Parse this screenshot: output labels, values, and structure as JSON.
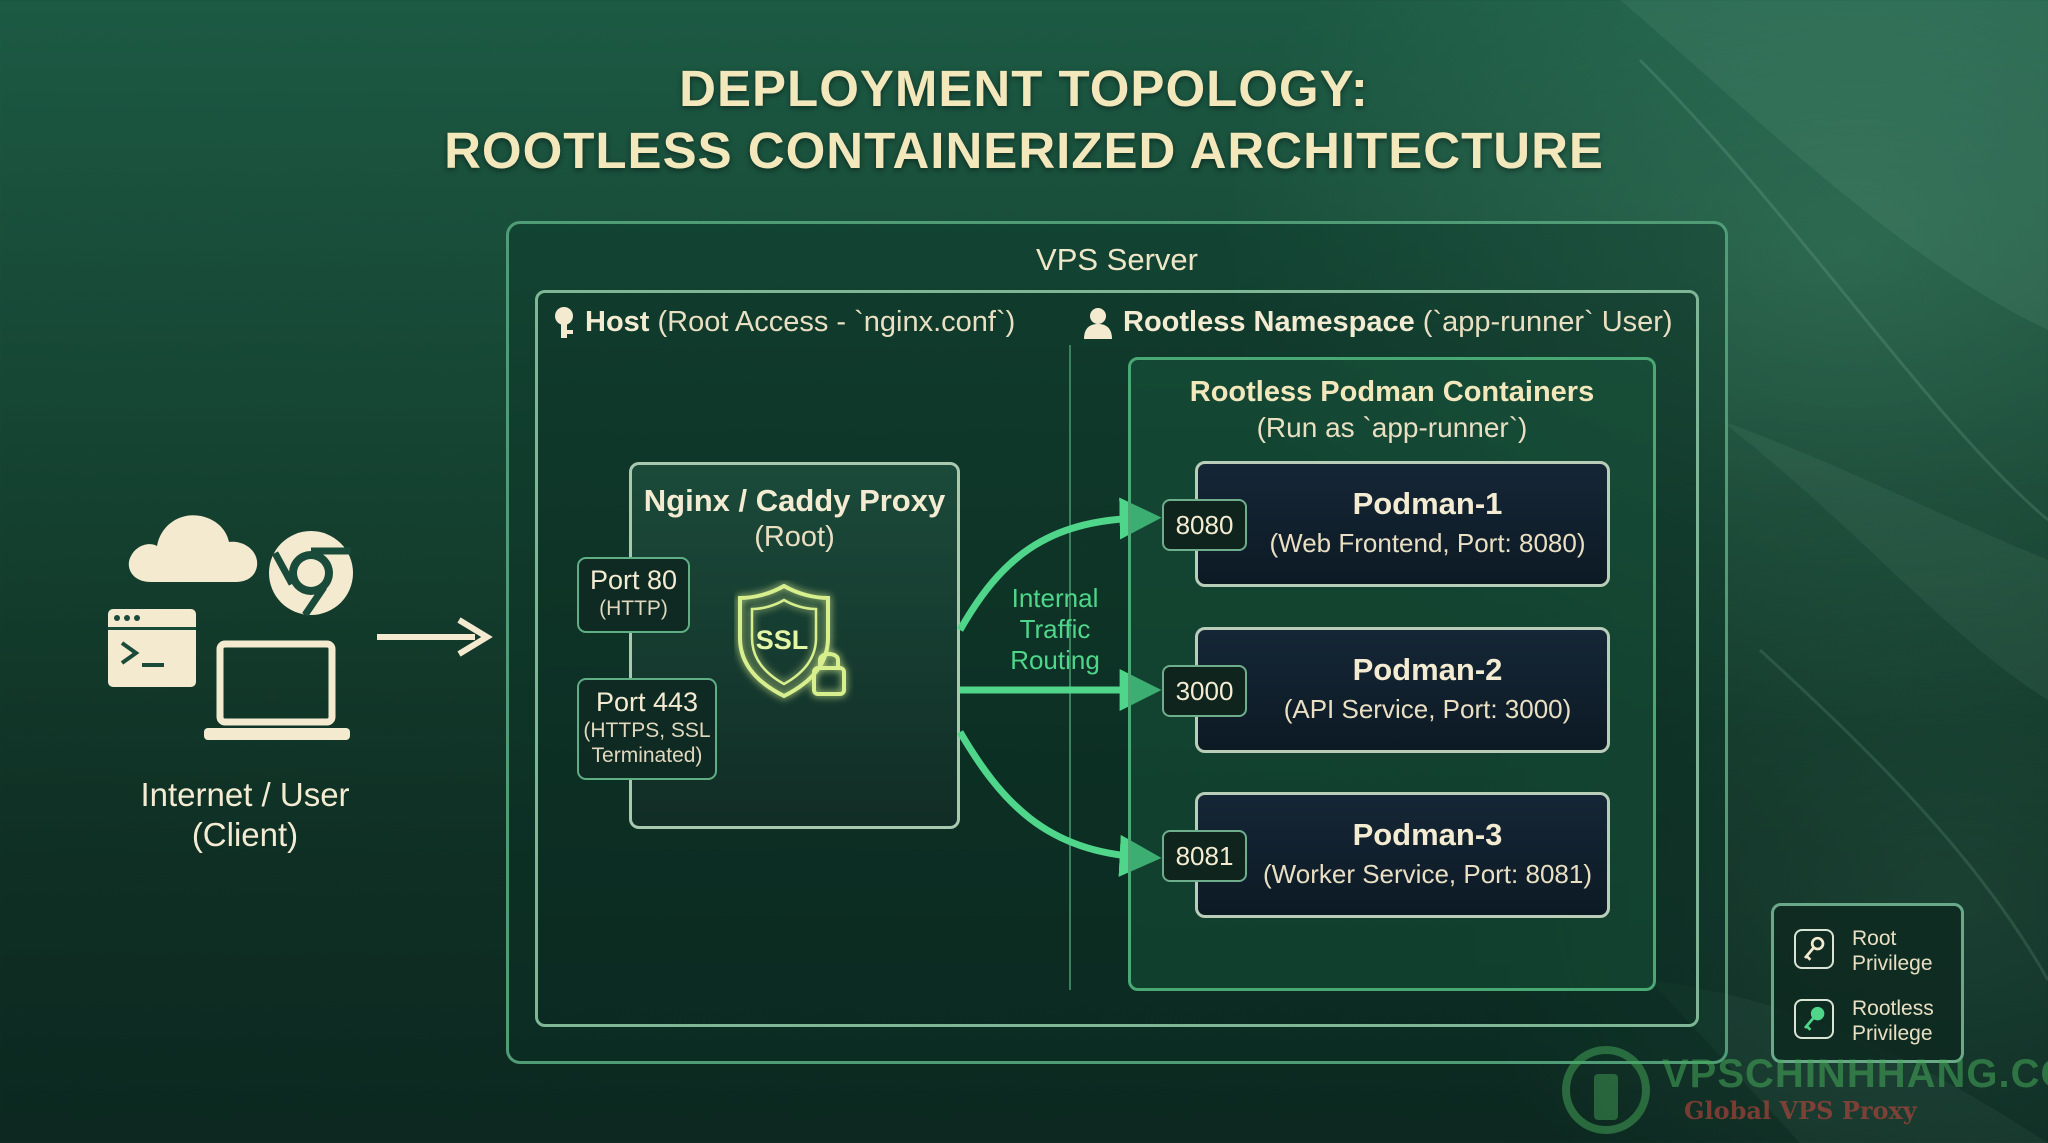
{
  "title": {
    "line1": "DEPLOYMENT TOPOLOGY:",
    "line2": "ROOTLESS CONTAINERIZED ARCHITECTURE"
  },
  "client": {
    "label_line1": "Internet / User",
    "label_line2": "(Client)",
    "icons": [
      "cloud-icon",
      "chrome-icon",
      "terminal-window-icon",
      "laptop-icon"
    ]
  },
  "vps": {
    "label": "VPS Server"
  },
  "host": {
    "bold": "Host",
    "detail": " (Root Access - `nginx.conf`)",
    "icon": "key-icon"
  },
  "namespace": {
    "bold": "Rootless Namespace",
    "detail": " (`app-runner` User)",
    "icon": "user-icon"
  },
  "proxy": {
    "title": "Nginx / Caddy Proxy",
    "subtitle": "(Root)",
    "ssl_label": "SSL",
    "ports": [
      {
        "port": "Port 80",
        "detail": "(HTTP)"
      },
      {
        "port": "Port 443",
        "detail_line1": "(HTTPS, SSL",
        "detail_line2": "Terminated)"
      }
    ]
  },
  "routing": {
    "line1": "Internal",
    "line2": "Traffic",
    "line3": "Routing"
  },
  "containers": {
    "title": "Rootless Podman Containers",
    "subtitle": "(Run as `app-runner`)",
    "pods": [
      {
        "port": "8080",
        "name": "Podman-1",
        "desc": "(Web Frontend, Port: 8080)"
      },
      {
        "port": "3000",
        "name": "Podman-2",
        "desc": "(API Service, Port: 3000)"
      },
      {
        "port": "8081",
        "name": "Podman-3",
        "desc": "(Worker Service, Port: 8081)"
      }
    ]
  },
  "legend": {
    "items": [
      {
        "line1": "Root",
        "line2": "Privilege",
        "icon": "key-icon"
      },
      {
        "line1": "Rootless",
        "line2": "Privilege",
        "icon": "key-icon"
      }
    ]
  },
  "watermark": {
    "brand": "VPSCHINHHANG.COM",
    "tagline": "Global VPS Proxy"
  },
  "colors": {
    "accent_green": "#4fd68a",
    "title_cream": "#f3e7bc",
    "text_cream": "#f4ecd2",
    "container_border": "#49a874"
  }
}
